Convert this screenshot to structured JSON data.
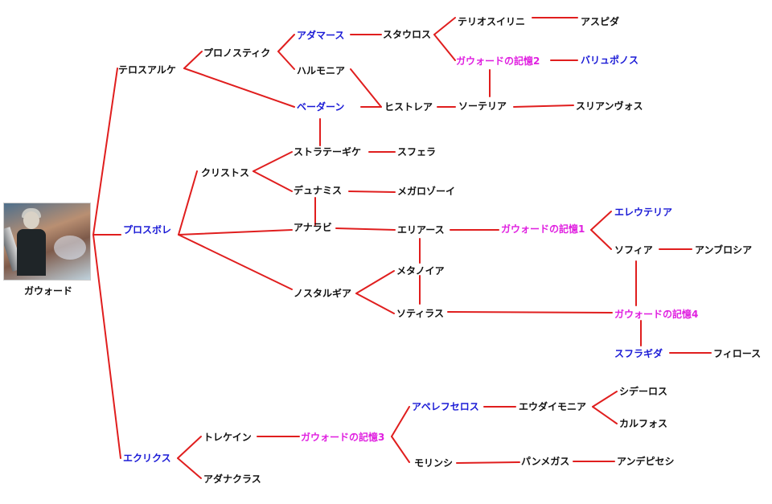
{
  "colors": {
    "edge": "#e01e1e",
    "black": "#111111",
    "blue": "#1a1ad6",
    "magenta": "#e020e0"
  },
  "root": {
    "label": "ガウォード",
    "icon": "character-portrait"
  },
  "nodes": {
    "terosarche": "テロスアルケ",
    "pronostiku": "プロノスティク",
    "adamas": "アダマース",
    "harmonia": "ハルモニア",
    "beden": "ベーダーン",
    "stauros": "スタウロス",
    "teriosuirini": "テリオスイリニ",
    "aspida": "アスピダ",
    "memory2": "ガウォードの記憶2",
    "varyuponosu": "バリュポノス",
    "histrea": "ヒストレア",
    "soteria": "ソーテリア",
    "srianvos": "スリアンヴォス",
    "prosbore": "プロスボレ",
    "kuristosu": "クリストス",
    "stratedike": "ストラテーギケ",
    "sfera": "スフェラ",
    "dunamis": "デュナミス",
    "megarozoi": "メガロゾーイ",
    "anarabi": "アナラビ",
    "eriasu": "エリアース",
    "memory1": "ガウォードの記憶1",
    "eleuteria": "エレウテリア",
    "sofia": "ソフィア",
    "ambrosia": "アンブロシア",
    "nostalgia": "ノスタルギア",
    "metanoia": "メタノイア",
    "sotirasu": "ソティラス",
    "memory4": "ガウォードの記憶4",
    "sfuragida": "スフラギダ",
    "filosu": "フィロース",
    "ekrikusu": "エクリクス",
    "torekein": "トレケイン",
    "adanakurasu": "アダナクラス",
    "memory3": "ガウォードの記憶3",
    "apelfuserosu": "アペレフセロス",
    "eudaimonia": "エウダイモニア",
    "sideros": "シデーロス",
    "karufosu": "カルフォス",
    "morinsi": "モリンシ",
    "panmegasu": "パンメガス",
    "andepisesi": "アンデピセシ"
  }
}
